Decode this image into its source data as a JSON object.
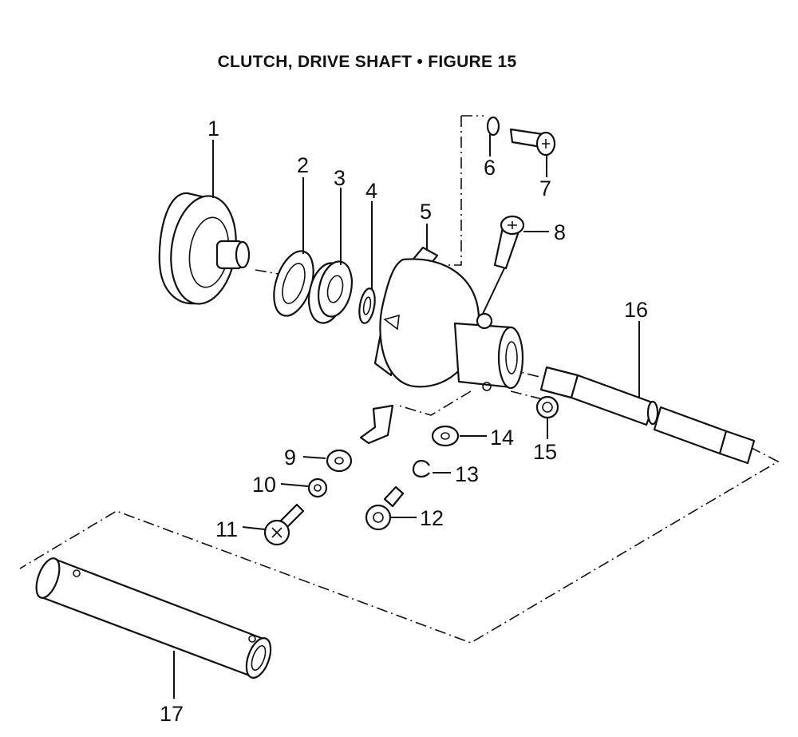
{
  "title": "CLUTCH, DRIVE SHAFT  •  FIGURE 15",
  "callouts": [
    {
      "id": "c1",
      "label": "1"
    },
    {
      "id": "c2",
      "label": "2"
    },
    {
      "id": "c3",
      "label": "3"
    },
    {
      "id": "c4",
      "label": "4"
    },
    {
      "id": "c5",
      "label": "5"
    },
    {
      "id": "c6",
      "label": "6"
    },
    {
      "id": "c7",
      "label": "7"
    },
    {
      "id": "c8",
      "label": "8"
    },
    {
      "id": "c9",
      "label": "9"
    },
    {
      "id": "c10",
      "label": "10"
    },
    {
      "id": "c11",
      "label": "11"
    },
    {
      "id": "c12",
      "label": "12"
    },
    {
      "id": "c13",
      "label": "13"
    },
    {
      "id": "c14",
      "label": "14"
    },
    {
      "id": "c15",
      "label": "15"
    },
    {
      "id": "c16",
      "label": "16"
    },
    {
      "id": "c17",
      "label": "17"
    }
  ]
}
